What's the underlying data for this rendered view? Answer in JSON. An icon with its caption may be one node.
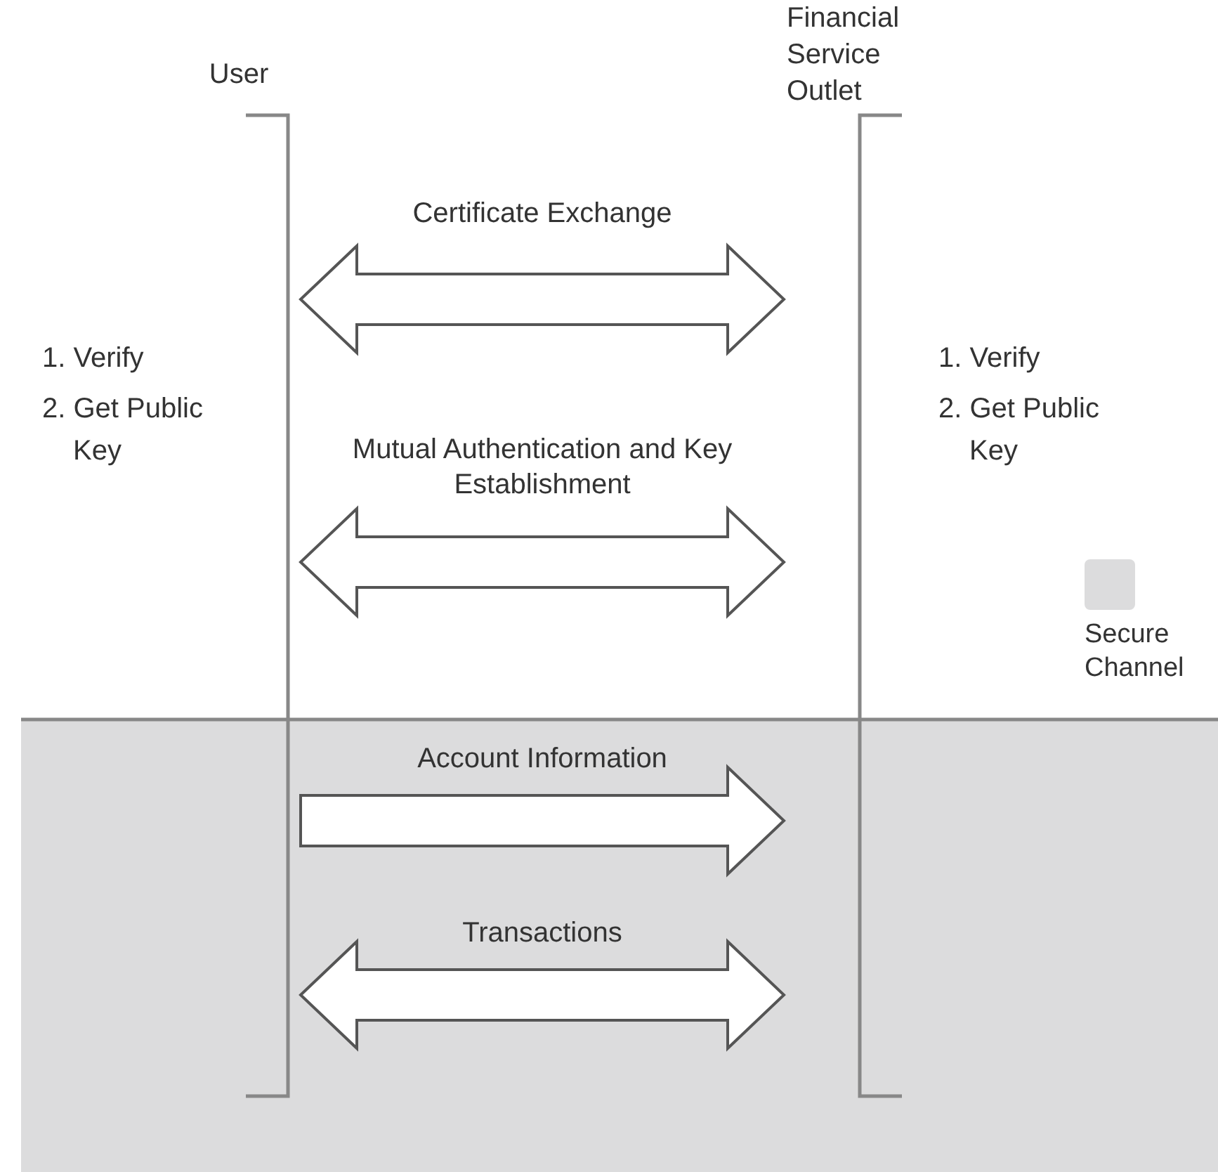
{
  "diagram": {
    "nodes": [
      {
        "text": [
          "User"
        ],
        "beside": [
          "1. Verify",
          "2. Get Public Key"
        ]
      },
      {
        "text": [
          "Financial Service Outlet"
        ],
        "beside": [
          "1. Verify",
          "2. Get Public Key"
        ]
      }
    ],
    "edges": [
      {
        "from": 0,
        "to": 1,
        "arrow": "both",
        "label": "Certificate Exchange"
      },
      {
        "from": 0,
        "to": 1,
        "arrow": "both",
        "label": "Mutual Authentication and Key Establishment"
      },
      {
        "from": 0,
        "to": 1,
        "arrow": "to",
        "label": "Account Information"
      },
      {
        "from": 0,
        "to": 1,
        "arrow": "both",
        "label": "Transactions"
      }
    ],
    "legend": [
      {
        "text": "Secure Channel",
        "color": "#dcdcdd"
      }
    ]
  }
}
